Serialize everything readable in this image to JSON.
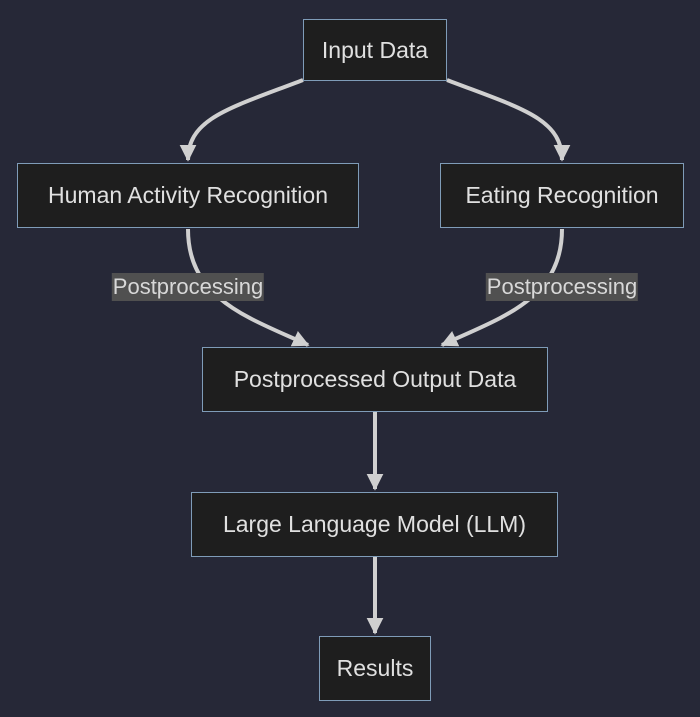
{
  "theme": {
    "background": "#262837",
    "node_fill": "#1e1e1e",
    "node_border": "#7f9cb8",
    "text": "#e0e0e0",
    "edge": "#d0d0d0",
    "label_background": "#505050"
  },
  "nodes": {
    "input_data": "Input Data",
    "human_activity_recognition": "Human Activity Recognition",
    "eating_recognition": "Eating Recognition",
    "postprocessed_output_data": "Postprocessed Output Data",
    "llm": "Large Language Model (LLM)",
    "results": "Results"
  },
  "edge_labels": {
    "har_to_output": "Postprocessing",
    "eating_to_output": "Postprocessing"
  },
  "edges": [
    {
      "from": "input_data",
      "to": "human_activity_recognition"
    },
    {
      "from": "input_data",
      "to": "eating_recognition"
    },
    {
      "from": "human_activity_recognition",
      "to": "postprocessed_output_data",
      "label": "Postprocessing"
    },
    {
      "from": "eating_recognition",
      "to": "postprocessed_output_data",
      "label": "Postprocessing"
    },
    {
      "from": "postprocessed_output_data",
      "to": "llm"
    },
    {
      "from": "llm",
      "to": "results"
    }
  ]
}
